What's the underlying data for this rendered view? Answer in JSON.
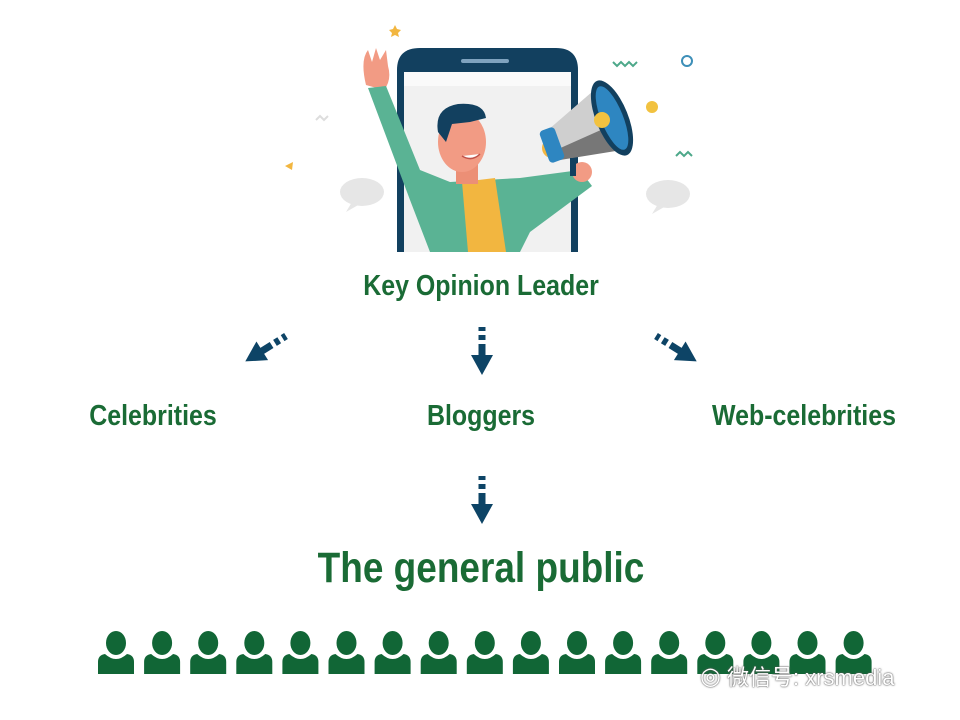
{
  "top": {
    "label": "Key Opinion Leader"
  },
  "categories": [
    {
      "label": "Celebrities"
    },
    {
      "label": "Bloggers"
    },
    {
      "label": "Web-celebrities"
    }
  ],
  "bottom": {
    "label": "The general public",
    "people_count": 17
  },
  "watermark": {
    "text": "微信号: xrsmedia"
  },
  "colors": {
    "text_green": "#1a6b35",
    "arrow_navy": "#0d4466",
    "people_green": "#116636"
  }
}
